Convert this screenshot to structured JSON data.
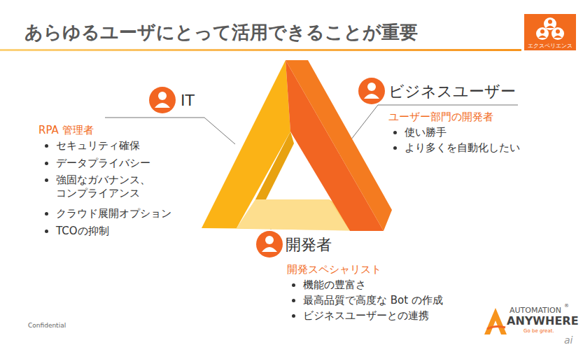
{
  "diagram": {
    "title": "あらゆるユーザにとって活用できることが重要",
    "nodes": [
      {
        "text": [
          "エクスペリエンス"
        ]
      }
    ],
    "labels": [
      "IT",
      "RPA 管理者",
      "セキュリティ確保",
      "データプライバシー",
      "強固なガバナンス、 コンプライアンス",
      "クラウド展開オプション",
      "TCOの抑制",
      "ビジネスユーザー",
      "ユーザー部門の開発者",
      "使い勝手",
      "より多くを自動化したい",
      "開発者",
      "開発スペシャリスト",
      "機能の豊富さ",
      "最高品質で高度な Bot の作成",
      "ビジネスユーザーとの連携",
      "Confidential",
      "AUTOMATION",
      "®",
      "ANYWHERE",
      "Go be great.",
      "ai"
    ]
  }
}
